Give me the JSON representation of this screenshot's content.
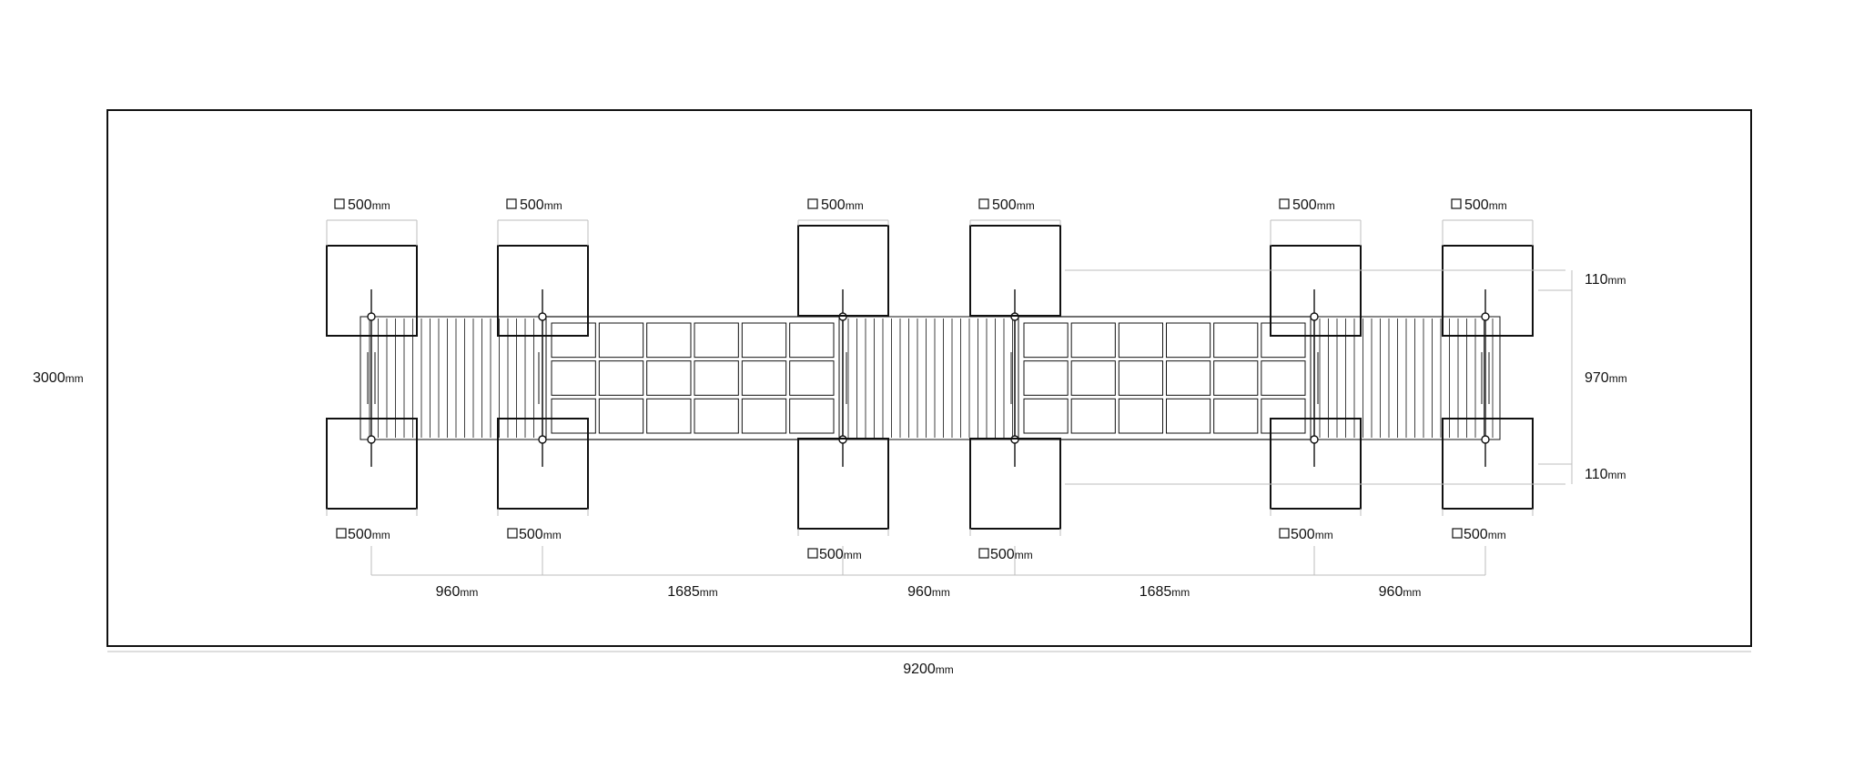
{
  "drawing": {
    "colors": {
      "ink": "#111111",
      "dim_line": "#bdbdbd",
      "background": "#ffffff"
    },
    "overall": {
      "length": {
        "value": "9200",
        "unit": "mm"
      },
      "depth": {
        "value": "3000",
        "unit": "mm"
      }
    },
    "table_depth": {
      "top_overhang": {
        "value": "110",
        "unit": "mm"
      },
      "core": {
        "value": "970",
        "unit": "mm"
      },
      "bottom_overhang": {
        "value": "110",
        "unit": "mm"
      }
    },
    "spans": [
      {
        "value": "960",
        "unit": "mm"
      },
      {
        "value": "1685",
        "unit": "mm"
      },
      {
        "value": "960",
        "unit": "mm"
      },
      {
        "value": "1685",
        "unit": "mm"
      },
      {
        "value": "960",
        "unit": "mm"
      }
    ],
    "footing_labels": {
      "top": [
        {
          "value": "500",
          "unit": "mm"
        },
        {
          "value": "500",
          "unit": "mm"
        },
        {
          "value": "500",
          "unit": "mm"
        },
        {
          "value": "500",
          "unit": "mm"
        },
        {
          "value": "500",
          "unit": "mm"
        },
        {
          "value": "500",
          "unit": "mm"
        }
      ],
      "bottom": [
        {
          "value": "500",
          "unit": "mm"
        },
        {
          "value": "500",
          "unit": "mm"
        },
        {
          "value": "500",
          "unit": "mm"
        },
        {
          "value": "500",
          "unit": "mm"
        },
        {
          "value": "500",
          "unit": "mm"
        },
        {
          "value": "500",
          "unit": "mm"
        }
      ]
    },
    "symbols": {
      "square": "square-symbol"
    }
  }
}
